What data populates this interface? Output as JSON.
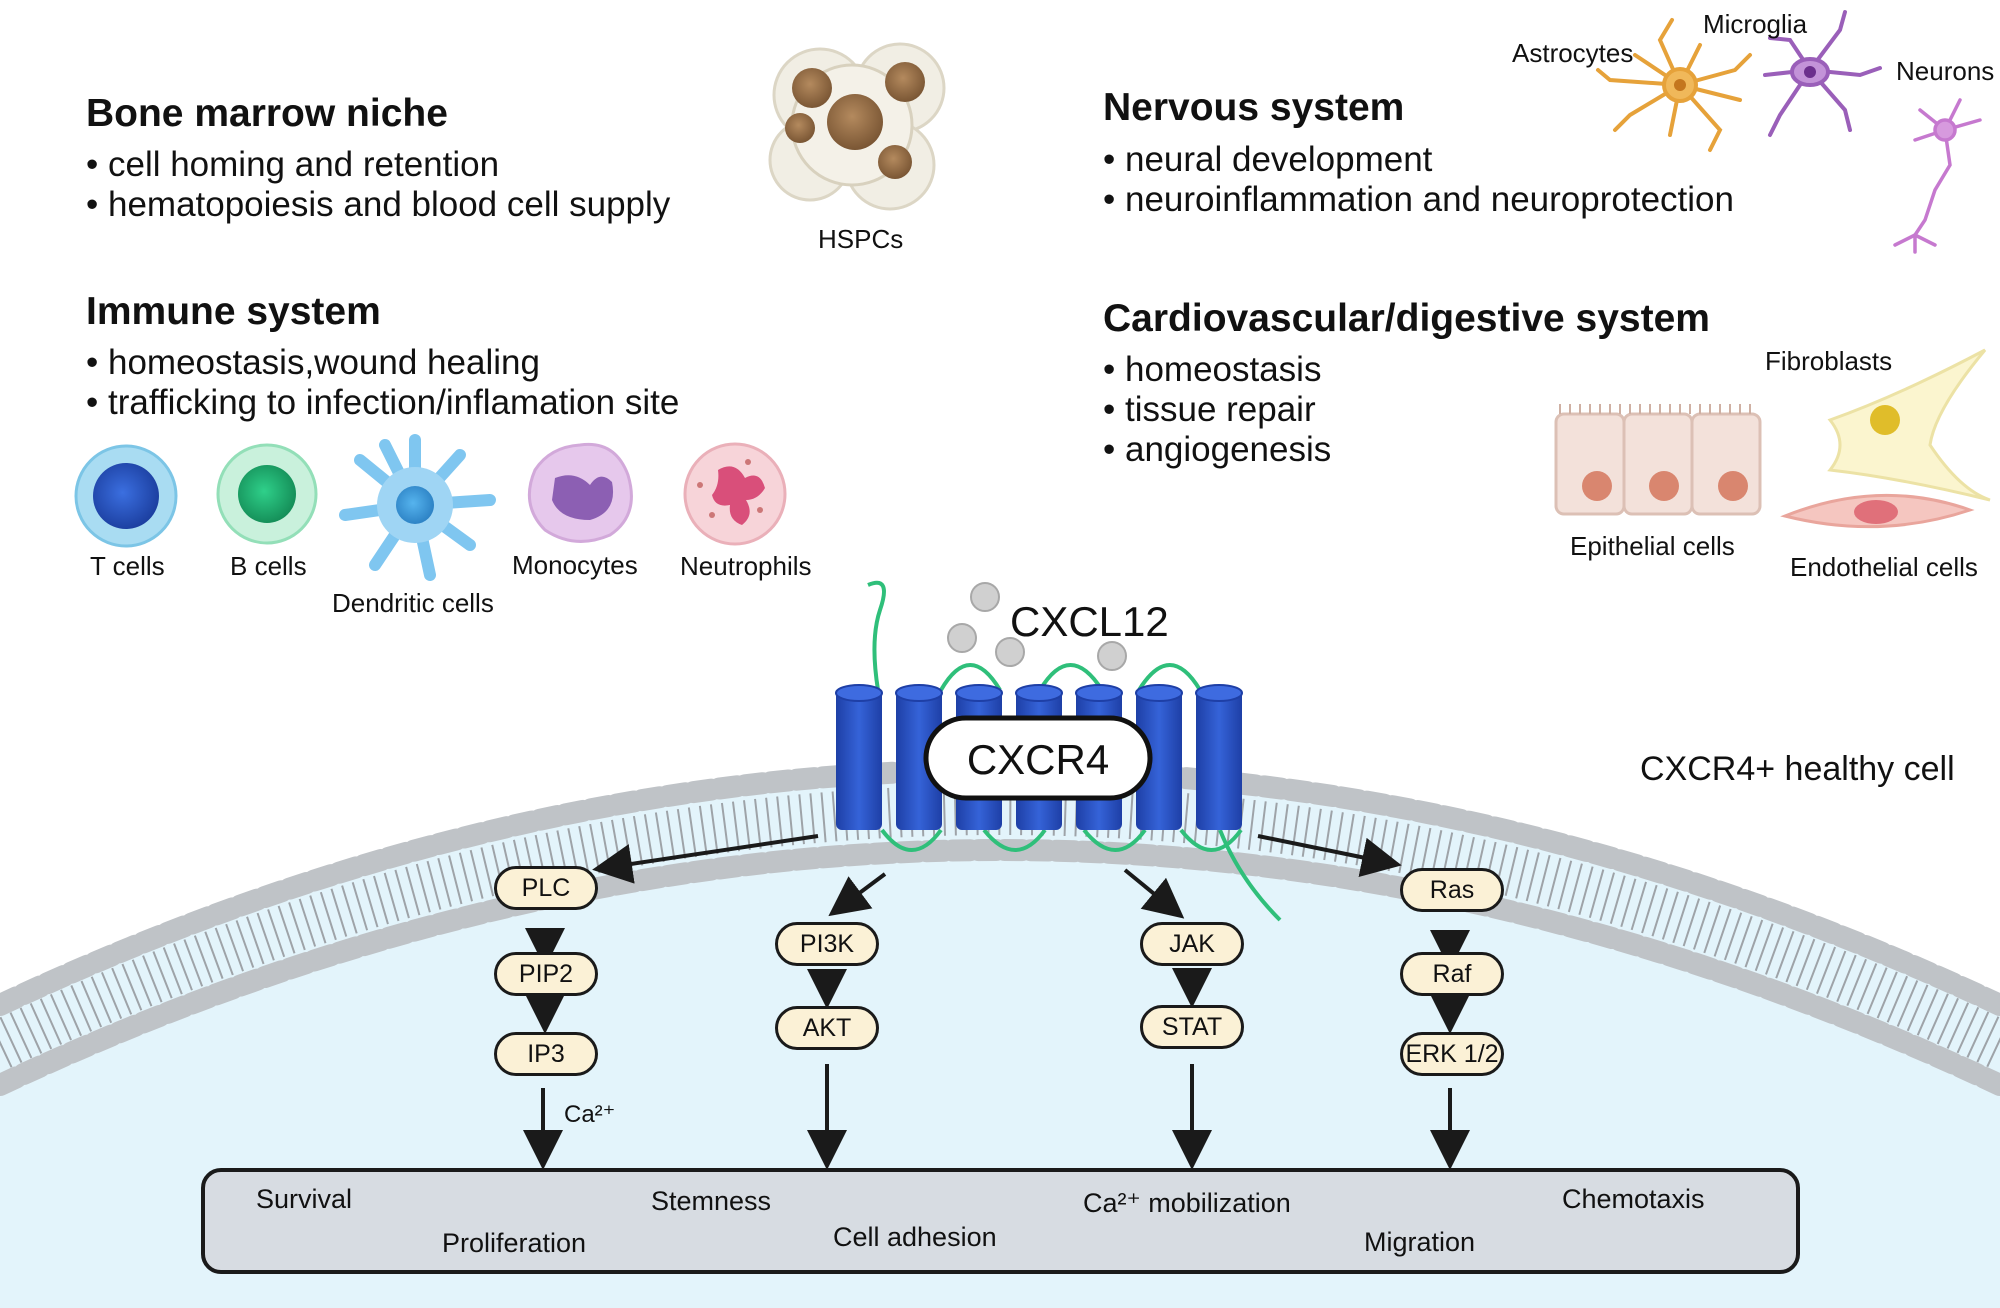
{
  "sections": {
    "bone_marrow": {
      "title": "Bone marrow niche",
      "bullets": [
        "• cell homing and retention",
        "• hematopoiesis and blood cell supply"
      ],
      "cell_label": "HSPCs"
    },
    "immune": {
      "title": "Immune system",
      "bullets": [
        "• homeostasis,wound healing",
        "• trafficking to infection/inflamation site"
      ],
      "cells": [
        "T cells",
        "B cells",
        "Dendritic cells",
        "Monocytes",
        "Neutrophils"
      ]
    },
    "nervous": {
      "title": "Nervous system",
      "bullets": [
        "• neural development",
        "• neuroinflammation and neuroprotection"
      ],
      "cells": [
        "Astrocytes",
        "Microglia",
        "Neurons"
      ]
    },
    "cardio": {
      "title": "Cardiovascular/digestive system",
      "bullets": [
        "• homeostasis",
        "• tissue repair",
        "• angiogenesis"
      ],
      "cells": [
        "Fibroblasts",
        "Epithelial cells",
        "Endothelial cells"
      ]
    }
  },
  "receptor": {
    "ligand": "CXCL12",
    "name": "CXCR4",
    "cell_label": "CXCR4+ healthy cell"
  },
  "pathways": {
    "plc": [
      "PLC",
      "PIP2",
      "IP3"
    ],
    "pi3k": [
      "PI3K",
      "AKT"
    ],
    "jak": [
      "JAK",
      "STAT"
    ],
    "ras": [
      "Ras",
      "Raf",
      "ERK 1/2"
    ],
    "ca_label": "Ca²⁺"
  },
  "outcomes": [
    "Survival",
    "Proliferation",
    "Stemness",
    "Cell adhesion",
    "Ca²⁺ mobilization",
    "Migration",
    "Chemotaxis"
  ],
  "colors": {
    "helix_blue": "#2e55c8",
    "loop_green": "#2fbf7a",
    "node_fill": "#fbf1d6",
    "cell_fill": "#e3f4fb",
    "outcome_box": "#d7dce2"
  }
}
